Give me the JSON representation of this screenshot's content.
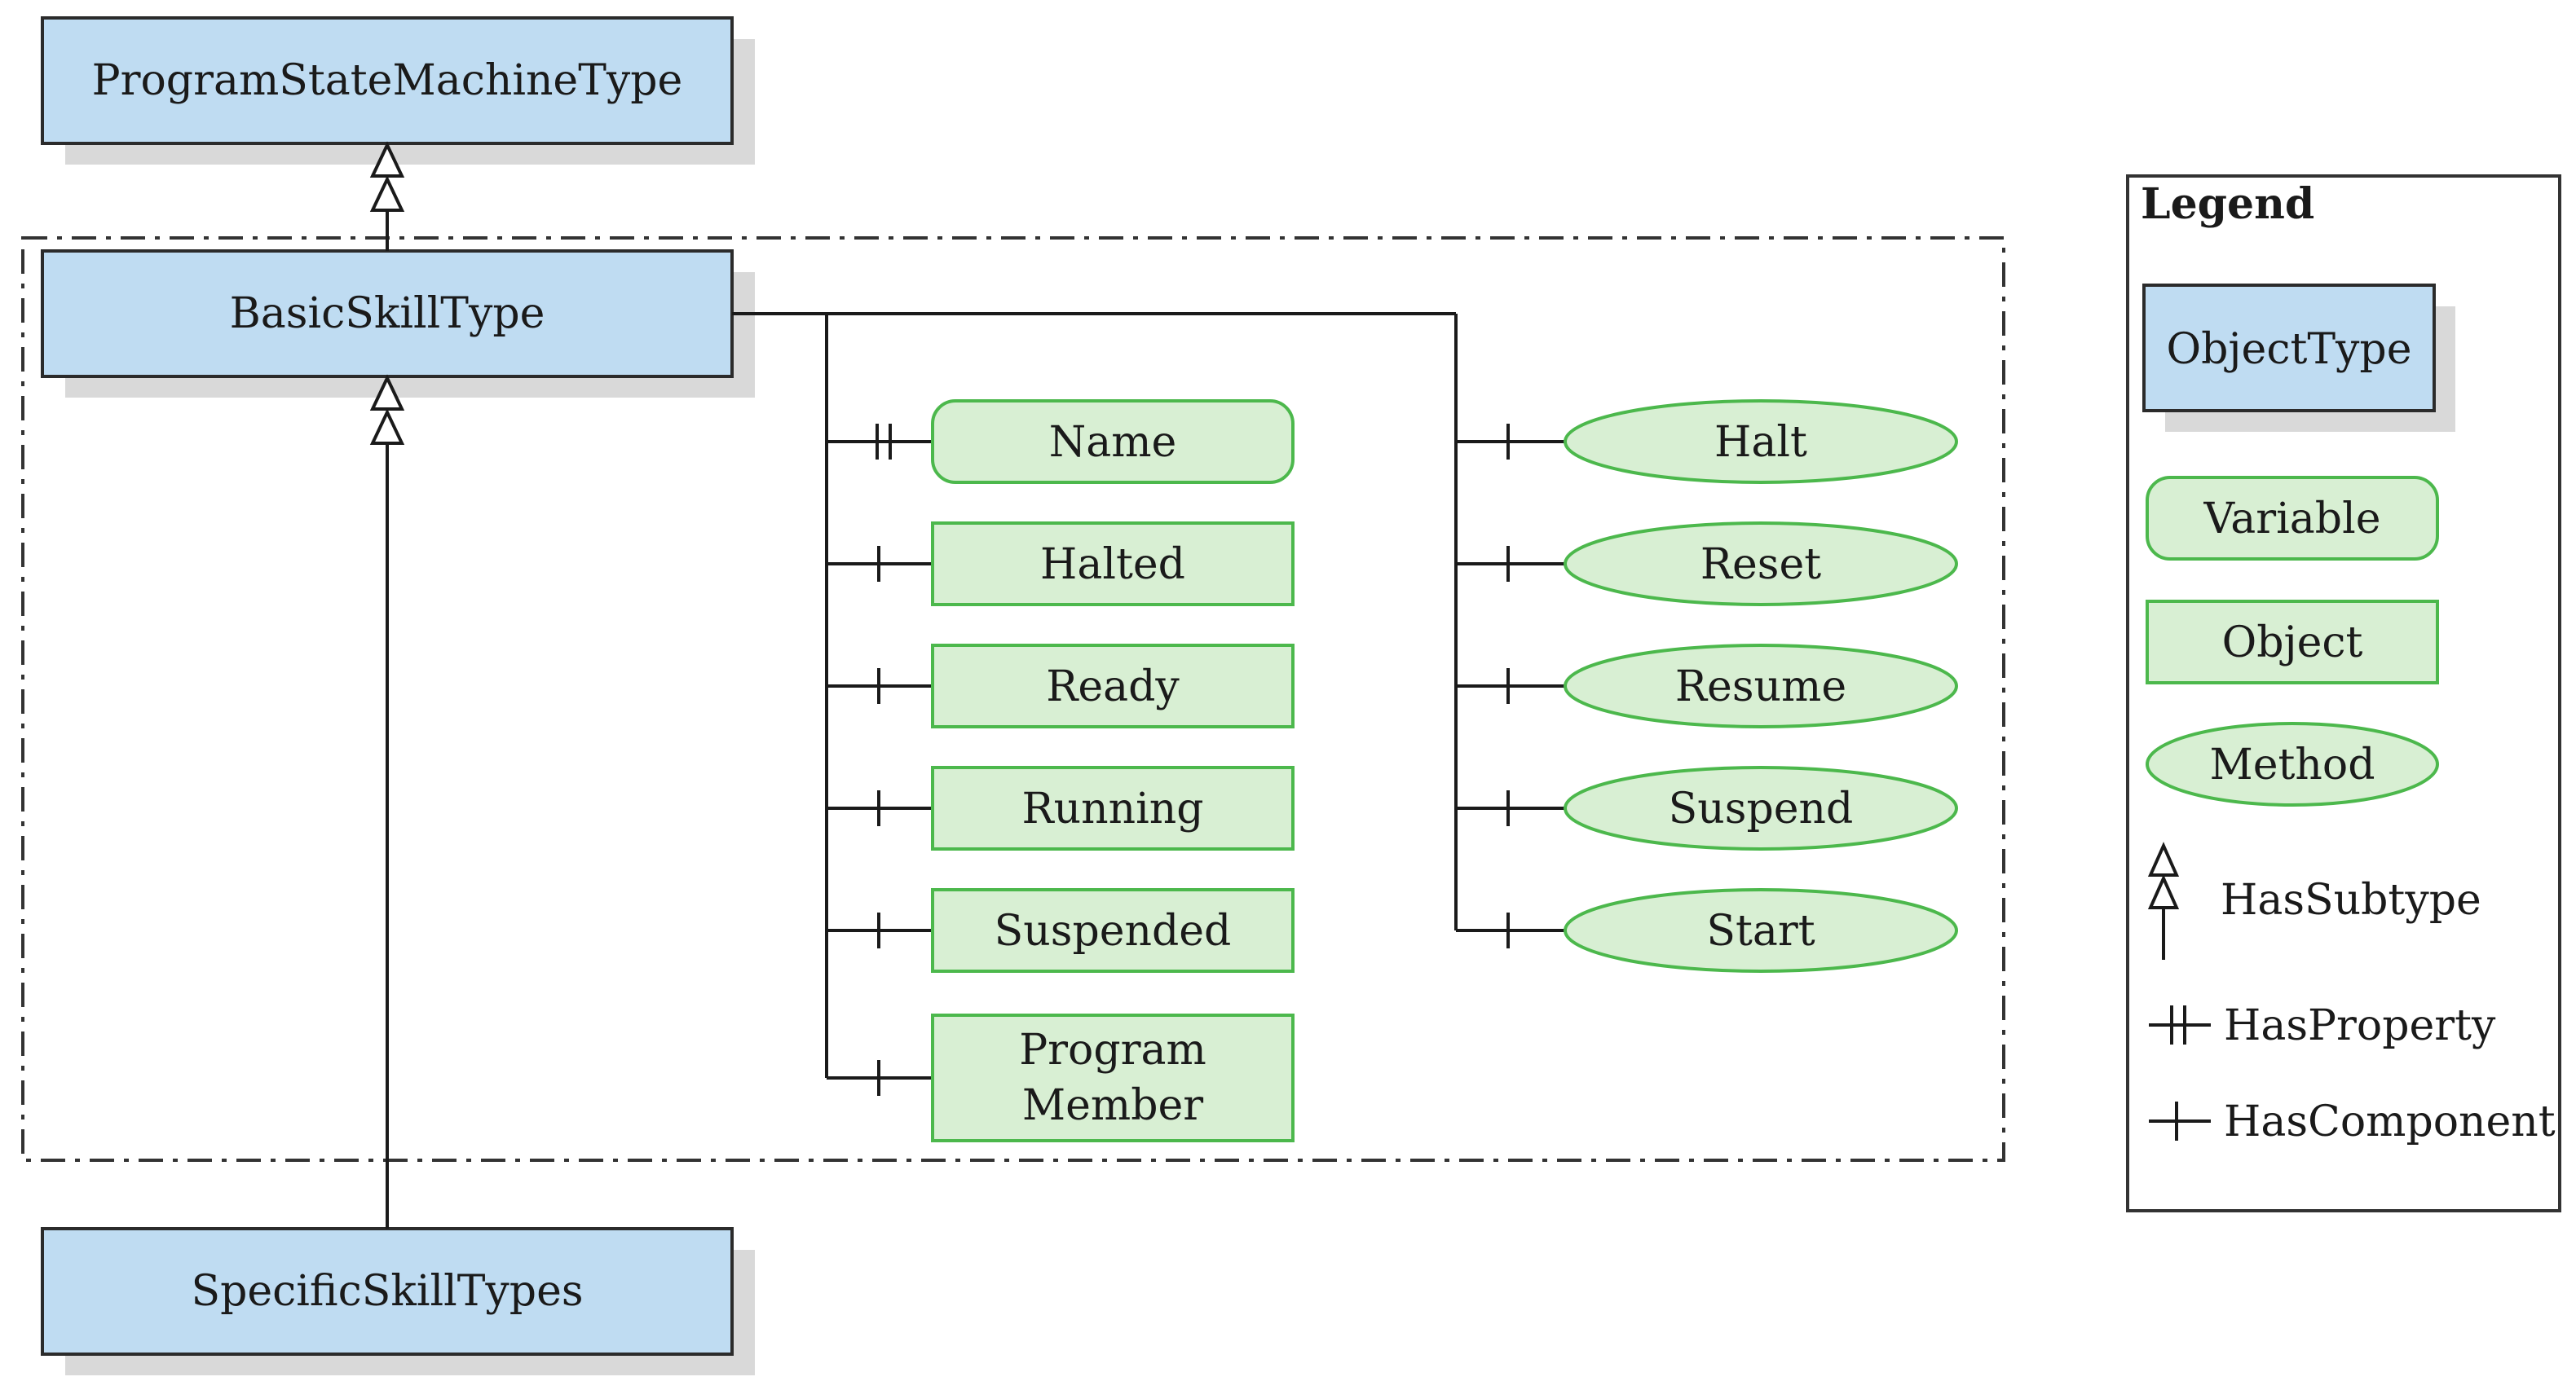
{
  "colors": {
    "object_type_fill": "#bfdcf2",
    "object_type_stroke": "#2b2b2b",
    "node_fill": "#d8efd3",
    "node_stroke": "#4cb84c",
    "line": "#1a1a1a",
    "shadow": "#d9d9d9"
  },
  "types": {
    "program_state_machine": "ProgramStateMachineType",
    "basic_skill": "BasicSkillType",
    "specific_skill": "SpecificSkillTypes"
  },
  "properties": [
    {
      "label": "Name",
      "kind": "Variable",
      "reference": "HasProperty"
    }
  ],
  "components": [
    {
      "label": "Halted",
      "kind": "Object"
    },
    {
      "label": "Ready",
      "kind": "Object"
    },
    {
      "label": "Running",
      "kind": "Object"
    },
    {
      "label": "Suspended",
      "kind": "Object"
    },
    {
      "label_line1": "Program",
      "label_line2": "Member",
      "kind": "Object"
    }
  ],
  "methods": [
    "Halt",
    "Reset",
    "Resume",
    "Suspend",
    "Start"
  ],
  "legend": {
    "title": "Legend",
    "object_type": "ObjectType",
    "variable": "Variable",
    "object": "Object",
    "method": "Method",
    "has_subtype": "HasSubtype",
    "has_property": "HasProperty",
    "has_component": "HasComponent"
  }
}
